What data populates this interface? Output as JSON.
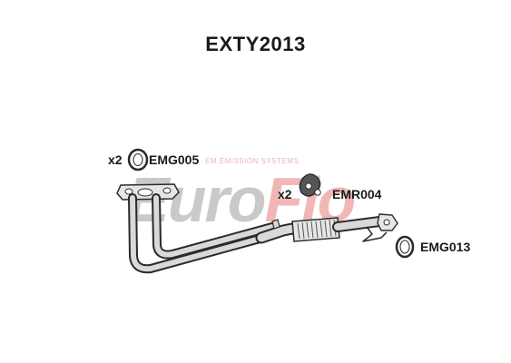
{
  "title": "EXTY2013",
  "watermark": {
    "brand": "EuroFlo",
    "brand_part1": "Euro",
    "brand_part2": "Flo",
    "tagline": "EM EMISSION SYSTEMS",
    "color_gray": "#c9c9c9",
    "color_red": "#f1b7b7"
  },
  "parts": {
    "gasket_top": {
      "qty": "x2",
      "code": "EMG005"
    },
    "mount_rubber": {
      "qty": "x2",
      "code": "EMR004"
    },
    "gasket_bottom": {
      "code": "EMG013"
    }
  },
  "colors": {
    "outline": "#2a2a2a",
    "pipe_fill": "#d9d9d9",
    "text": "#1a1a1a"
  }
}
